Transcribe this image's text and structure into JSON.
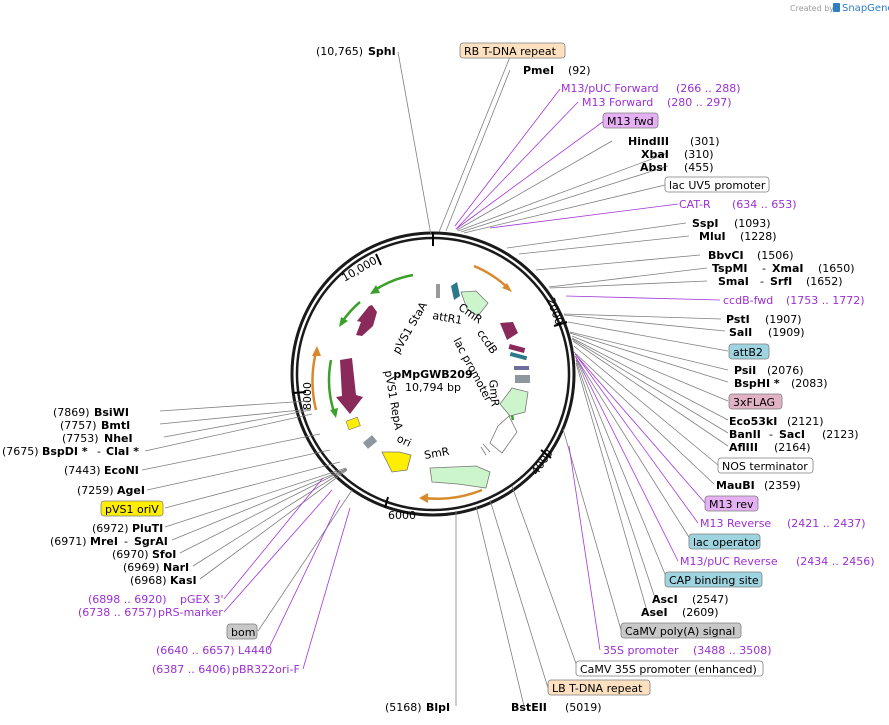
{
  "credit": {
    "prefix": "Created by",
    "brand": "SnapGene"
  },
  "plasmid": {
    "name": "pMpGWB209",
    "size": "10,794 bp"
  },
  "ticks": {
    "t2000": "2000",
    "t4000": "4000",
    "t6000": "6000",
    "t8000": "8000",
    "t10000": "10,000"
  },
  "inner": {
    "attR1": "attR1",
    "CmR": "CmR",
    "ccdB": "ccdB",
    "lacp": "lac promoter",
    "GmR": "GmR",
    "SmR": "SmR",
    "ori": "ori",
    "pVS1RepA": "pVS1 RepA",
    "pVS1StaA": "pVS1 StaA"
  },
  "top": {
    "sphI_pos": "(10,765)",
    "sphI": "SphI",
    "rb": "RB T-DNA repeat",
    "pmeI": "PmeI",
    "pmeI_pos": "(92)",
    "m13puc": "M13/pUC Forward",
    "m13puc_pos": "(266 .. 288)",
    "m13f": "M13 Forward",
    "m13f_pos": "(280 .. 297)",
    "m13fwd": "M13 fwd",
    "hindIII": "HindIII",
    "hindIII_pos": "(301)",
    "xbaI": "XbaI",
    "xbaI_pos": "(310)",
    "absI": "AbsI",
    "absI_pos": "(455)",
    "lacuv5": "lac UV5 promoter",
    "catr": "CAT-R",
    "catr_pos": "(634 .. 653)",
    "sspI": "SspI",
    "sspI_pos": "(1093)",
    "mluI": "MluI",
    "mluI_pos": "(1228)",
    "bbvCI": "BbvCI",
    "bbvCI_pos": "(1506)",
    "tspMI": "TspMI",
    "xmaI": "XmaI",
    "tsp_pos": "(1650)",
    "smaI": "SmaI",
    "srfI": "SrfI",
    "sma_pos": "(1652)",
    "ccdbfwd": "ccdB-fwd",
    "ccdbfwd_pos": "(1753 .. 1772)",
    "pstI": "PstI",
    "pstI_pos": "(1907)",
    "salI": "SalI",
    "salI_pos": "(1909)",
    "attB2": "attB2",
    "psiI": "PsiI",
    "psiI_pos": "(2076)",
    "bspHI": "BspHI *",
    "bspHI_pos": "(2083)",
    "flag": "3xFLAG",
    "eco53kI": "Eco53kI",
    "eco53kI_pos": "(2121)",
    "banII": "BanII",
    "sacI": "SacI",
    "ban_pos": "(2123)",
    "aflIII": "AflIII",
    "aflIII_pos": "(2164)",
    "nos": "NOS terminator",
    "mauBI": "MauBI",
    "mauBI_pos": "(2359)",
    "m13rev": "M13 rev",
    "m13reverse": "M13 Reverse",
    "m13reverse_pos": "(2421 .. 2437)",
    "lacop": "lac operator",
    "m13pucrev": "M13/pUC Reverse",
    "m13pucrev_pos": "(2434 .. 2456)",
    "cap": "CAP binding site",
    "ascI": "AscI",
    "ascI_pos": "(2547)",
    "aseI": "AseI",
    "aseI_pos": "(2609)",
    "camvpa": "CaMV poly(A) signal",
    "p35s": "35S promoter",
    "p35s_pos": "(3488 .. 3508)",
    "camv35s": "CaMV 35S promoter (enhanced)",
    "lb": "LB T-DNA repeat",
    "bstEII": "BstEII",
    "bstEII_pos": "(5019)",
    "blpI": "BlpI",
    "blpI_pos": "(5168)"
  },
  "left": {
    "bsiWI_pos": "(7869)",
    "bsiWI": "BsiWI",
    "bmtI_pos": "(7757)",
    "bmtI": "BmtI",
    "nheI_pos": "(7753)",
    "nheI": "NheI",
    "bspDI_pos": "(7675)",
    "bspDI": "BspDI *",
    "claI": "ClaI *",
    "ecoNI_pos": "(7443)",
    "ecoNI": "EcoNI",
    "ageI_pos": "(7259)",
    "ageI": "AgeI",
    "pvs1ori": "pVS1 oriV",
    "pluTI_pos": "(6972)",
    "pluTI": "PluTI",
    "mreI_pos": "(6971)",
    "mreI": "MreI",
    "sgrAI": "SgrAI",
    "sfoI_pos": "(6970)",
    "sfoI": "SfoI",
    "narI_pos": "(6969)",
    "narI": "NarI",
    "kasI_pos": "(6968)",
    "kasI": "KasI",
    "pgex_pos": "(6898 .. 6920)",
    "pgex": "pGEX 3'",
    "prs_pos": "(6738 .. 6757)",
    "prs": "pRS-marker",
    "bom": "bom",
    "l4440_pos": "(6640 .. 6657)",
    "l4440": "L4440",
    "pbr_pos": "(6387 .. 6406)",
    "pbr": "pBR322ori-F"
  },
  "colors": {
    "primer": "#9b2fd3",
    "cds": "#ccf5cc",
    "misc": "#8a2a5a",
    "arrow_orange": "#d9892b",
    "arrow_green": "#3aa02a",
    "rep_origin": "#ffee00",
    "promoter_box": "#ffffff"
  }
}
